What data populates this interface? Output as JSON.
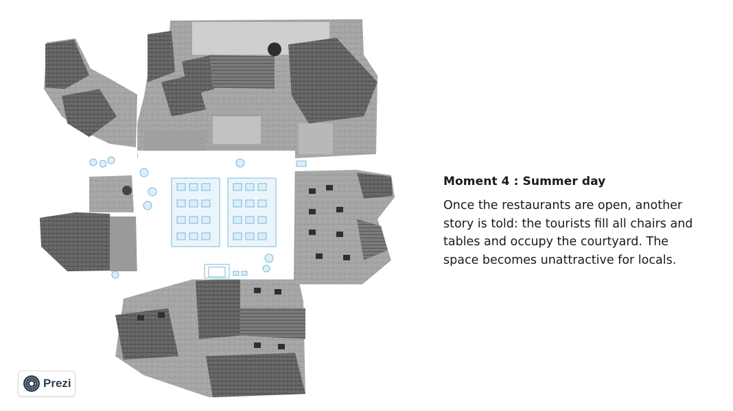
{
  "moment": {
    "title": "Moment 4 : Summer day",
    "lines": [
      "Once the restaurants are open, another",
      "story is told: the tourists fill all chairs and",
      "tables and occupy the courtyard. The",
      "space becomes unattractive  for locals."
    ]
  },
  "brand": {
    "label": "Prezi",
    "icon": "prezi-logo-icon"
  },
  "colors": {
    "furniture": "#79b8d9",
    "furniture_fill": "#dceef8",
    "courtyard": "#ffffff",
    "roof": "#5f5f5f"
  }
}
